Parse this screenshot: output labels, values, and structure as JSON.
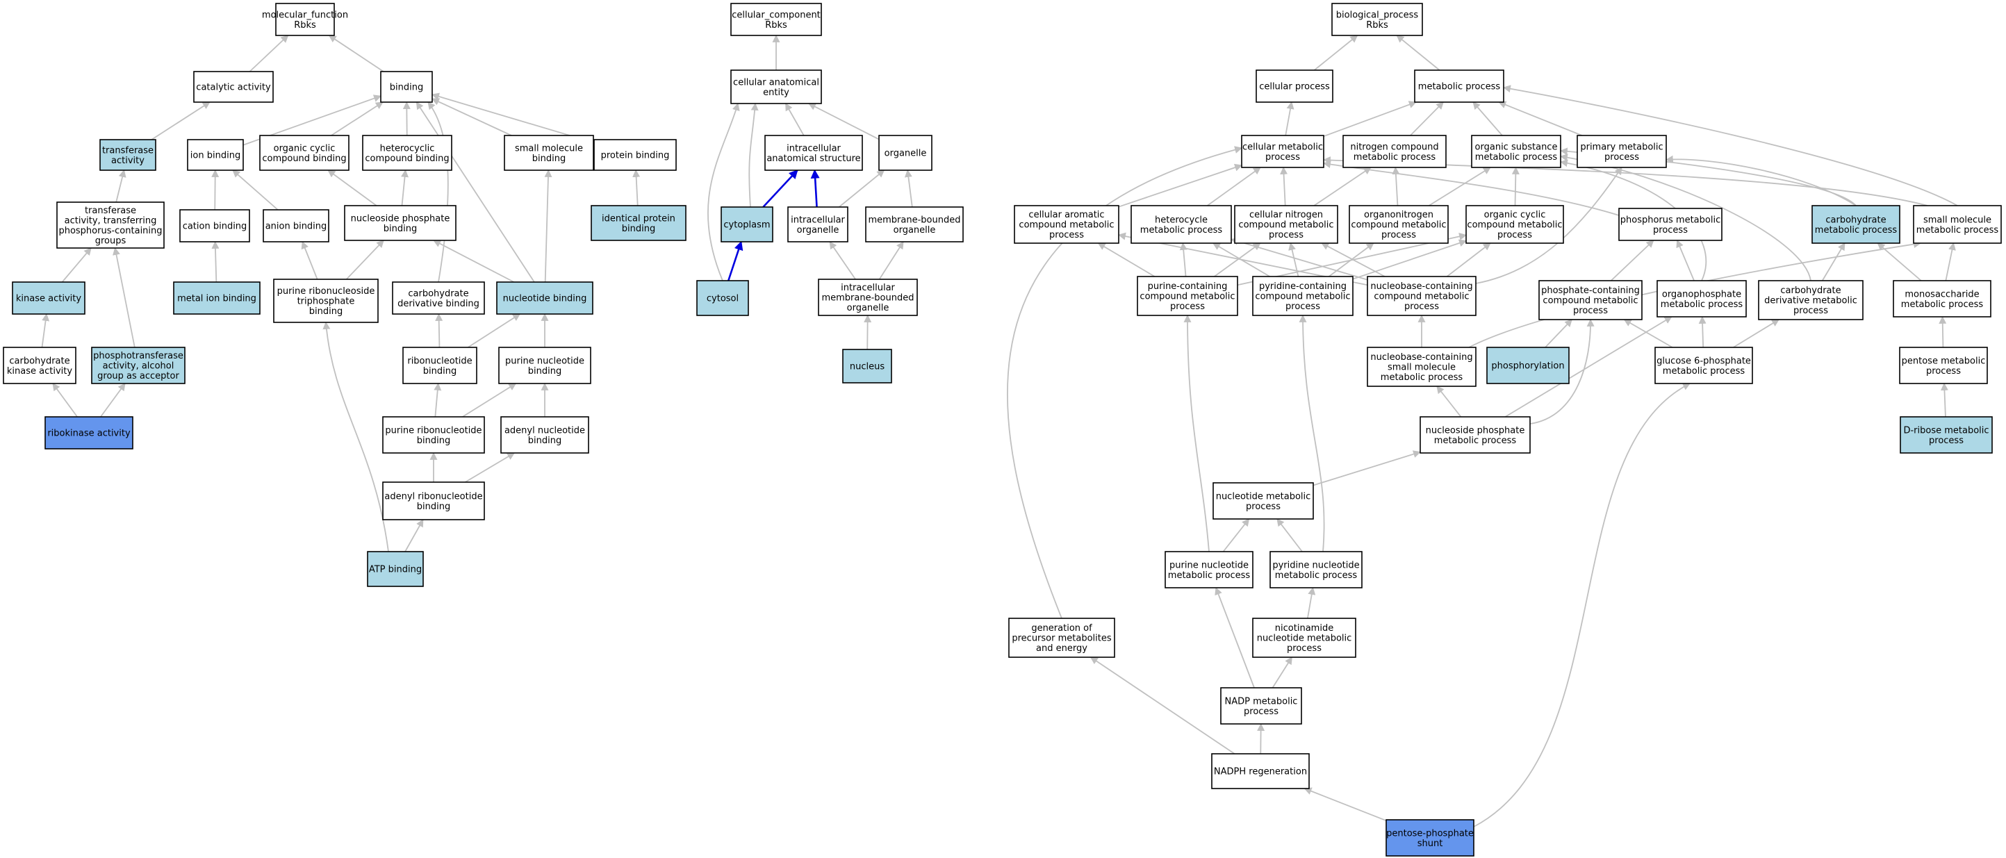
{
  "colors": {
    "default_fill": "#ffffff",
    "annotated_fill": "#add8e6",
    "query_fill": "#6495ed",
    "edge_gray": "#c0c0c0",
    "edge_blue": "#0000e0",
    "border": "#000000"
  },
  "nodes": [
    {
      "id": "mf",
      "lines": [
        "molecular_function",
        "Rbks"
      ],
      "style": "default"
    },
    {
      "id": "catalytic",
      "lines": [
        "catalytic activity"
      ],
      "style": "default"
    },
    {
      "id": "binding",
      "lines": [
        "binding"
      ],
      "style": "default"
    },
    {
      "id": "transferase",
      "lines": [
        "transferase",
        "activity"
      ],
      "style": "annotated"
    },
    {
      "id": "ionbinding",
      "lines": [
        "ion binding"
      ],
      "style": "default"
    },
    {
      "id": "orgcyclicbind",
      "lines": [
        "organic cyclic",
        "compound binding"
      ],
      "style": "default"
    },
    {
      "id": "heterocyclicbind",
      "lines": [
        "heterocyclic",
        "compound binding"
      ],
      "style": "default"
    },
    {
      "id": "smallmolbind",
      "lines": [
        "small molecule",
        "binding"
      ],
      "style": "default"
    },
    {
      "id": "proteinbind",
      "lines": [
        "protein binding"
      ],
      "style": "default"
    },
    {
      "id": "transphos",
      "lines": [
        "transferase",
        "activity, transferring",
        "phosphorus-containing",
        "groups"
      ],
      "style": "default"
    },
    {
      "id": "cationbind",
      "lines": [
        "cation binding"
      ],
      "style": "default"
    },
    {
      "id": "anionbind",
      "lines": [
        "anion binding"
      ],
      "style": "default"
    },
    {
      "id": "nucphosbind",
      "lines": [
        "nucleoside phosphate",
        "binding"
      ],
      "style": "default"
    },
    {
      "id": "identprot",
      "lines": [
        "identical protein",
        "binding"
      ],
      "style": "annotated"
    },
    {
      "id": "kinase",
      "lines": [
        "kinase activity"
      ],
      "style": "annotated"
    },
    {
      "id": "metalion",
      "lines": [
        "metal ion binding"
      ],
      "style": "annotated"
    },
    {
      "id": "purribtri",
      "lines": [
        "purine ribonucleoside",
        "triphosphate",
        "binding"
      ],
      "style": "default"
    },
    {
      "id": "carbderivbind",
      "lines": [
        "carbohydrate",
        "derivative binding"
      ],
      "style": "default"
    },
    {
      "id": "nucbind",
      "lines": [
        "nucleotide binding"
      ],
      "style": "annotated"
    },
    {
      "id": "carbkinase",
      "lines": [
        "carbohydrate",
        "kinase activity"
      ],
      "style": "default"
    },
    {
      "id": "phosphotrans",
      "lines": [
        "phosphotransferase",
        "activity, alcohol",
        "group as acceptor"
      ],
      "style": "annotated"
    },
    {
      "id": "ribonucbind",
      "lines": [
        "ribonucleotide",
        "binding"
      ],
      "style": "default"
    },
    {
      "id": "purnucbind",
      "lines": [
        "purine nucleotide",
        "binding"
      ],
      "style": "default"
    },
    {
      "id": "ribokinase",
      "lines": [
        "ribokinase activity"
      ],
      "style": "query"
    },
    {
      "id": "purribnucbind",
      "lines": [
        "purine ribonucleotide",
        "binding"
      ],
      "style": "default"
    },
    {
      "id": "adenylnucbind",
      "lines": [
        "adenyl nucleotide",
        "binding"
      ],
      "style": "default"
    },
    {
      "id": "adenylribbind",
      "lines": [
        "adenyl ribonucleotide",
        "binding"
      ],
      "style": "default"
    },
    {
      "id": "atpbind",
      "lines": [
        "ATP binding"
      ],
      "style": "annotated"
    },
    {
      "id": "cc",
      "lines": [
        "cellular_component",
        "Rbks"
      ],
      "style": "default"
    },
    {
      "id": "cellanat",
      "lines": [
        "cellular anatomical",
        "entity"
      ],
      "style": "default"
    },
    {
      "id": "intracellanat",
      "lines": [
        "intracellular",
        "anatomical structure"
      ],
      "style": "default"
    },
    {
      "id": "organelle",
      "lines": [
        "organelle"
      ],
      "style": "default"
    },
    {
      "id": "cytoplasm",
      "lines": [
        "cytoplasm"
      ],
      "style": "annotated"
    },
    {
      "id": "intracellorg",
      "lines": [
        "intracellular",
        "organelle"
      ],
      "style": "default"
    },
    {
      "id": "membound",
      "lines": [
        "membrane-bounded",
        "organelle"
      ],
      "style": "default"
    },
    {
      "id": "cytosol",
      "lines": [
        "cytosol"
      ],
      "style": "annotated"
    },
    {
      "id": "intracellmem",
      "lines": [
        "intracellular",
        "membrane-bounded",
        "organelle"
      ],
      "style": "default"
    },
    {
      "id": "nucleus",
      "lines": [
        "nucleus"
      ],
      "style": "annotated"
    },
    {
      "id": "bp",
      "lines": [
        "biological_process",
        "Rbks"
      ],
      "style": "default"
    },
    {
      "id": "cellproc",
      "lines": [
        "cellular process"
      ],
      "style": "default"
    },
    {
      "id": "metabproc",
      "lines": [
        "metabolic process"
      ],
      "style": "default"
    },
    {
      "id": "cellmetab",
      "lines": [
        "cellular metabolic",
        "process"
      ],
      "style": "default"
    },
    {
      "id": "nitrogen",
      "lines": [
        "nitrogen compound",
        "metabolic process"
      ],
      "style": "default"
    },
    {
      "id": "orgsubst",
      "lines": [
        "organic substance",
        "metabolic process"
      ],
      "style": "default"
    },
    {
      "id": "primary",
      "lines": [
        "primary metabolic",
        "process"
      ],
      "style": "default"
    },
    {
      "id": "cellarom",
      "lines": [
        "cellular aromatic",
        "compound metabolic",
        "process"
      ],
      "style": "default"
    },
    {
      "id": "heterocycle",
      "lines": [
        "heterocycle",
        "metabolic process"
      ],
      "style": "default"
    },
    {
      "id": "cellnitro",
      "lines": [
        "cellular nitrogen",
        "compound metabolic",
        "process"
      ],
      "style": "default"
    },
    {
      "id": "organonitro",
      "lines": [
        "organonitrogen",
        "compound metabolic",
        "process"
      ],
      "style": "default"
    },
    {
      "id": "orgcyclic",
      "lines": [
        "organic cyclic",
        "compound metabolic",
        "process"
      ],
      "style": "default"
    },
    {
      "id": "phosphorus",
      "lines": [
        "phosphorus metabolic",
        "process"
      ],
      "style": "default"
    },
    {
      "id": "carbmetab",
      "lines": [
        "carbohydrate",
        "metabolic process"
      ],
      "style": "annotated"
    },
    {
      "id": "smallmol",
      "lines": [
        "small molecule",
        "metabolic process"
      ],
      "style": "default"
    },
    {
      "id": "purcont",
      "lines": [
        "purine-containing",
        "compound metabolic",
        "process"
      ],
      "style": "default"
    },
    {
      "id": "pyrcont",
      "lines": [
        "pyridine-containing",
        "compound metabolic",
        "process"
      ],
      "style": "default"
    },
    {
      "id": "nucbasecont",
      "lines": [
        "nucleobase-containing",
        "compound metabolic",
        "process"
      ],
      "style": "default"
    },
    {
      "id": "phosphcont",
      "lines": [
        "phosphate-containing",
        "compound metabolic",
        "process"
      ],
      "style": "default"
    },
    {
      "id": "organophos",
      "lines": [
        "organophosphate",
        "metabolic process"
      ],
      "style": "default"
    },
    {
      "id": "carbderiv",
      "lines": [
        "carbohydrate",
        "derivative metabolic",
        "process"
      ],
      "style": "default"
    },
    {
      "id": "monosacch",
      "lines": [
        "monosaccharide",
        "metabolic process"
      ],
      "style": "default"
    },
    {
      "id": "nucbasesmall",
      "lines": [
        "nucleobase-containing",
        "small molecule",
        "metabolic process"
      ],
      "style": "default"
    },
    {
      "id": "phosphorylation",
      "lines": [
        "phosphorylation"
      ],
      "style": "annotated"
    },
    {
      "id": "glucose6p",
      "lines": [
        "glucose 6-phosphate",
        "metabolic process"
      ],
      "style": "default"
    },
    {
      "id": "pentose",
      "lines": [
        "pentose metabolic",
        "process"
      ],
      "style": "default"
    },
    {
      "id": "nucphosmetab",
      "lines": [
        "nucleoside phosphate",
        "metabolic process"
      ],
      "style": "default"
    },
    {
      "id": "dribose",
      "lines": [
        "D-ribose metabolic",
        "process"
      ],
      "style": "annotated"
    },
    {
      "id": "nucmetab",
      "lines": [
        "nucleotide metabolic",
        "process"
      ],
      "style": "default"
    },
    {
      "id": "purnucmetab",
      "lines": [
        "purine nucleotide",
        "metabolic process"
      ],
      "style": "default"
    },
    {
      "id": "pyrnucmetab",
      "lines": [
        "pyridine nucleotide",
        "metabolic process"
      ],
      "style": "default"
    },
    {
      "id": "genprecursor",
      "lines": [
        "generation of",
        "precursor metabolites",
        "and energy"
      ],
      "style": "default"
    },
    {
      "id": "nicotinamide",
      "lines": [
        "nicotinamide",
        "nucleotide metabolic",
        "process"
      ],
      "style": "default"
    },
    {
      "id": "nadp",
      "lines": [
        "NADP metabolic",
        "process"
      ],
      "style": "default"
    },
    {
      "id": "nadph",
      "lines": [
        "NADPH regeneration"
      ],
      "style": "default"
    },
    {
      "id": "pentosephos",
      "lines": [
        "pentose-phosphate",
        "shunt"
      ],
      "style": "query"
    }
  ],
  "edges": [
    {
      "from": "catalytic",
      "to": "mf"
    },
    {
      "from": "binding",
      "to": "mf"
    },
    {
      "from": "transferase",
      "to": "catalytic"
    },
    {
      "from": "ionbinding",
      "to": "binding"
    },
    {
      "from": "orgcyclicbind",
      "to": "binding"
    },
    {
      "from": "heterocyclicbind",
      "to": "binding"
    },
    {
      "from": "smallmolbind",
      "to": "binding"
    },
    {
      "from": "proteinbind",
      "to": "binding"
    },
    {
      "from": "carbderivbind",
      "to": "binding"
    },
    {
      "from": "nucbind",
      "to": "binding"
    },
    {
      "from": "transphos",
      "to": "transferase"
    },
    {
      "from": "cationbind",
      "to": "ionbinding"
    },
    {
      "from": "anionbind",
      "to": "ionbinding"
    },
    {
      "from": "nucphosbind",
      "to": "orgcyclicbind"
    },
    {
      "from": "nucphosbind",
      "to": "heterocyclicbind"
    },
    {
      "from": "identprot",
      "to": "proteinbind"
    },
    {
      "from": "kinase",
      "to": "transphos"
    },
    {
      "from": "phosphotrans",
      "to": "transphos"
    },
    {
      "from": "metalion",
      "to": "cationbind"
    },
    {
      "from": "purribtri",
      "to": "anionbind"
    },
    {
      "from": "purribtri",
      "to": "nucphosbind"
    },
    {
      "from": "nucbind",
      "to": "nucphosbind"
    },
    {
      "from": "nucbind",
      "to": "smallmolbind"
    },
    {
      "from": "carbkinase",
      "to": "kinase"
    },
    {
      "from": "ribonucbind",
      "to": "carbderivbind"
    },
    {
      "from": "ribonucbind",
      "to": "nucbind"
    },
    {
      "from": "purnucbind",
      "to": "nucbind"
    },
    {
      "from": "ribokinase",
      "to": "carbkinase"
    },
    {
      "from": "ribokinase",
      "to": "phosphotrans"
    },
    {
      "from": "purribnucbind",
      "to": "ribonucbind"
    },
    {
      "from": "purribnucbind",
      "to": "purnucbind"
    },
    {
      "from": "adenylnucbind",
      "to": "purnucbind"
    },
    {
      "from": "adenylribbind",
      "to": "purribnucbind"
    },
    {
      "from": "adenylribbind",
      "to": "adenylnucbind"
    },
    {
      "from": "atpbind",
      "to": "adenylribbind"
    },
    {
      "from": "atpbind",
      "to": "purribtri"
    },
    {
      "from": "cellanat",
      "to": "cc"
    },
    {
      "from": "intracellanat",
      "to": "cellanat"
    },
    {
      "from": "organelle",
      "to": "cellanat"
    },
    {
      "from": "cytoplasm",
      "to": "cellanat"
    },
    {
      "from": "cytosol",
      "to": "cellanat"
    },
    {
      "from": "cytoplasm",
      "to": "intracellanat",
      "blue": true
    },
    {
      "from": "intracellorg",
      "to": "intracellanat",
      "blue": true
    },
    {
      "from": "intracellorg",
      "to": "organelle"
    },
    {
      "from": "membound",
      "to": "organelle"
    },
    {
      "from": "cytosol",
      "to": "cytoplasm",
      "blue": true
    },
    {
      "from": "intracellmem",
      "to": "intracellorg"
    },
    {
      "from": "intracellmem",
      "to": "membound"
    },
    {
      "from": "nucleus",
      "to": "intracellmem"
    },
    {
      "from": "cellproc",
      "to": "bp"
    },
    {
      "from": "metabproc",
      "to": "bp"
    },
    {
      "from": "cellmetab",
      "to": "cellproc"
    },
    {
      "from": "cellmetab",
      "to": "metabproc"
    },
    {
      "from": "nitrogen",
      "to": "metabproc"
    },
    {
      "from": "orgsubst",
      "to": "metabproc"
    },
    {
      "from": "primary",
      "to": "metabproc"
    },
    {
      "from": "smallmol",
      "to": "metabproc"
    },
    {
      "from": "cellarom",
      "to": "cellmetab"
    },
    {
      "from": "heterocycle",
      "to": "cellmetab"
    },
    {
      "from": "cellnitro",
      "to": "cellmetab"
    },
    {
      "from": "cellnitro",
      "to": "nitrogen"
    },
    {
      "from": "organonitro",
      "to": "nitrogen"
    },
    {
      "from": "organonitro",
      "to": "orgsubst"
    },
    {
      "from": "orgcyclic",
      "to": "orgsubst"
    },
    {
      "from": "carbmetab",
      "to": "orgsubst"
    },
    {
      "from": "carbmetab",
      "to": "primary"
    },
    {
      "from": "phosphorus",
      "to": "cellmetab"
    },
    {
      "from": "smallmol",
      "to": "cellmetab"
    },
    {
      "from": "genprecursor",
      "to": "cellmetab"
    },
    {
      "from": "purcont",
      "to": "cellarom"
    },
    {
      "from": "purcont",
      "to": "heterocycle"
    },
    {
      "from": "purcont",
      "to": "cellnitro"
    },
    {
      "from": "purcont",
      "to": "orgcyclic"
    },
    {
      "from": "pyrcont",
      "to": "heterocycle"
    },
    {
      "from": "pyrcont",
      "to": "cellnitro"
    },
    {
      "from": "pyrcont",
      "to": "organonitro"
    },
    {
      "from": "pyrcont",
      "to": "orgcyclic"
    },
    {
      "from": "nucbasecont",
      "to": "cellarom"
    },
    {
      "from": "nucbasecont",
      "to": "heterocycle"
    },
    {
      "from": "nucbasecont",
      "to": "cellnitro"
    },
    {
      "from": "nucbasecont",
      "to": "orgcyclic"
    },
    {
      "from": "nucbasecont",
      "to": "primary"
    },
    {
      "from": "phosphcont",
      "to": "phosphorus"
    },
    {
      "from": "organophos",
      "to": "phosphorus"
    },
    {
      "from": "organophos",
      "to": "orgsubst"
    },
    {
      "from": "carbderiv",
      "to": "carbmetab"
    },
    {
      "from": "carbderiv",
      "to": "orgsubst"
    },
    {
      "from": "monosacch",
      "to": "carbmetab"
    },
    {
      "from": "monosacch",
      "to": "smallmol"
    },
    {
      "from": "nucbasesmall",
      "to": "nucbasecont"
    },
    {
      "from": "nucbasesmall",
      "to": "smallmol"
    },
    {
      "from": "phosphorylation",
      "to": "phosphcont"
    },
    {
      "from": "glucose6p",
      "to": "phosphcont"
    },
    {
      "from": "glucose6p",
      "to": "organophos"
    },
    {
      "from": "glucose6p",
      "to": "carbderiv"
    },
    {
      "from": "pentose",
      "to": "monosacch"
    },
    {
      "from": "nucphosmetab",
      "to": "nucbasesmall"
    },
    {
      "from": "nucphosmetab",
      "to": "phosphcont"
    },
    {
      "from": "nucphosmetab",
      "to": "organophos"
    },
    {
      "from": "dribose",
      "to": "pentose"
    },
    {
      "from": "nucmetab",
      "to": "nucphosmetab"
    },
    {
      "from": "purnucmetab",
      "to": "nucmetab"
    },
    {
      "from": "purnucmetab",
      "to": "purcont"
    },
    {
      "from": "pyrnucmetab",
      "to": "nucmetab"
    },
    {
      "from": "pyrnucmetab",
      "to": "pyrcont"
    },
    {
      "from": "nicotinamide",
      "to": "pyrnucmetab"
    },
    {
      "from": "nadp",
      "to": "purnucmetab"
    },
    {
      "from": "nadp",
      "to": "nicotinamide"
    },
    {
      "from": "nadph",
      "to": "nadp"
    },
    {
      "from": "nadph",
      "to": "genprecursor"
    },
    {
      "from": "pentosephos",
      "to": "nadph"
    },
    {
      "from": "pentosephos",
      "to": "glucose6p"
    }
  ]
}
